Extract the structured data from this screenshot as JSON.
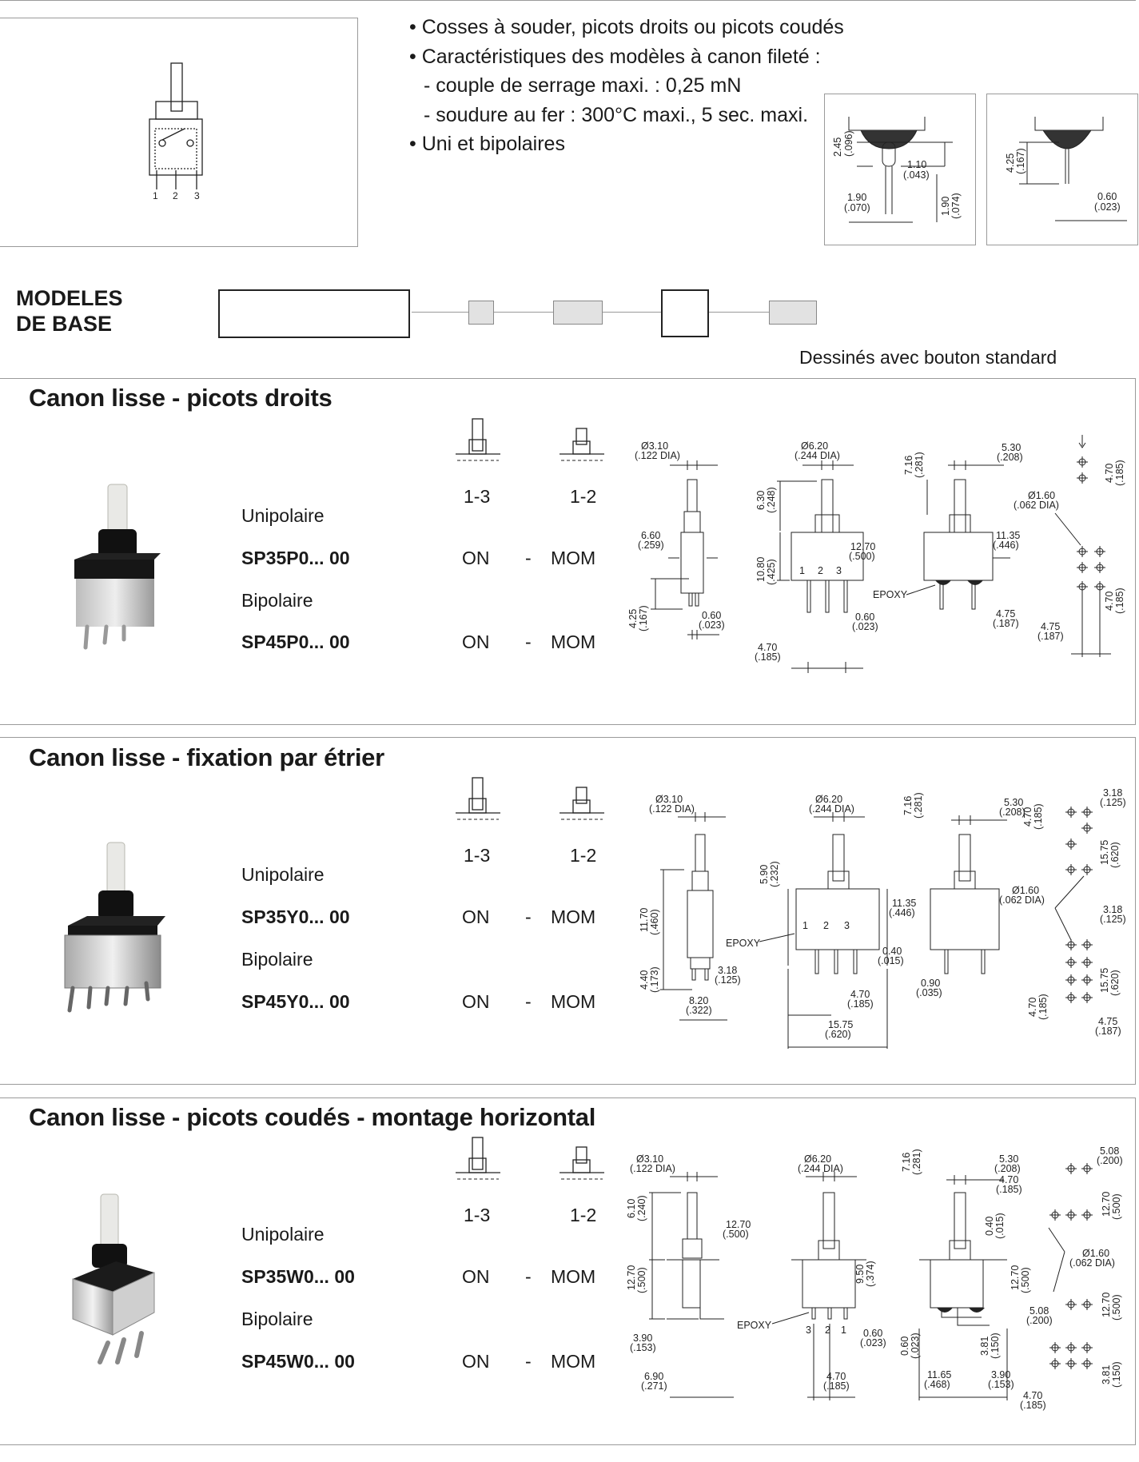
{
  "schematic": {
    "pins": [
      "1",
      "2",
      "3"
    ]
  },
  "features": {
    "bullets": [
      "• Cosses à souder, picots droits ou picots coudés",
      "• Caractéristiques des modèles à canon fileté :",
      "- couple de serrage maxi. : 0,25 mN",
      "- soudure au fer : 300°C maxi., 5 sec. maxi.",
      "• Uni et bipolaires"
    ]
  },
  "pcb_details": {
    "left": {
      "d1": "2.45",
      "d1b": "(.096)",
      "d2": "1.10",
      "d2b": "(.043)",
      "d3": "1.90",
      "d3b": "(.070)",
      "d4": "1.90",
      "d4b": "(.074)"
    },
    "right": {
      "d1": "4.25",
      "d1b": "(.167)",
      "d2": "0.60",
      "d2b": "(.023)"
    }
  },
  "base_models": {
    "title_line1": "MODELES",
    "title_line2": "DE BASE",
    "note": "Dessinés avec bouton standard"
  },
  "sections": [
    {
      "title": "Canon lisse - picots droits",
      "pos_left": "1-3",
      "pos_right": "1-2",
      "uni_label": "Unipolaire",
      "uni_model": "SP35P0... 00",
      "bi_label": "Bipolaire",
      "bi_model": "SP45P0... 00",
      "on": "ON",
      "dash": "-",
      "mom": "MOM"
    },
    {
      "title": "Canon lisse - fixation par étrier",
      "pos_left": "1-3",
      "pos_right": "1-2",
      "uni_label": "Unipolaire",
      "uni_model": "SP35Y0... 00",
      "bi_label": "Bipolaire",
      "bi_model": "SP45Y0... 00",
      "on": "ON",
      "dash": "-",
      "mom": "MOM"
    },
    {
      "title": "Canon lisse - picots coudés - montage horizontal",
      "pos_left": "1-3",
      "pos_right": "1-2",
      "uni_label": "Unipolaire",
      "uni_model": "SP35W0... 00",
      "bi_label": "Bipolaire",
      "bi_model": "SP45W0... 00",
      "on": "ON",
      "dash": "-",
      "mom": "MOM"
    }
  ],
  "drawings": {
    "s1": {
      "a1": "Ø3.10",
      "a2": "(.122 DIA)",
      "b1": "6.60",
      "b2": "(.259)",
      "c1": "4.25",
      "c2": "(.167)",
      "d1": "0.60",
      "d2": "(.023)",
      "e1": "Ø6.20",
      "e2": "(.244 DIA)",
      "f1": "6.30",
      "f2": "(.248)",
      "g1": "10.80",
      "g2": "(.425)",
      "h1": "12.70",
      "h2": "(.500)",
      "i1": "0.60",
      "i2": "(.023)",
      "j1": "4.70",
      "j2": "(.185)",
      "k1": "7.16",
      "k2": "(.281)",
      "l1": "5.30",
      "l2": "(.208)",
      "m1": "11.35",
      "m2": "(.446)",
      "n1": "4.75",
      "n2": "(.187)",
      "epoxy": "EPOXY",
      "o1": "Ø1.60",
      "o2": "(.062 DIA)",
      "p1": "4.70",
      "p2": "(.185)",
      "q1": "4.75",
      "q2": "(.187)",
      "r1": "4.70",
      "r2": "(.185)",
      "pin1": "1",
      "pin2": "2",
      "pin3": "3"
    },
    "s2": {
      "a1": "Ø3.10",
      "a2": "(.122 DIA)",
      "b1": "11.70",
      "b2": "(.460)",
      "c1": "4.40",
      "c2": "(.173)",
      "d1": "3.18",
      "d2": "(.125)",
      "e1": "8.20",
      "e2": "(.322)",
      "f1": "Ø6.20",
      "f2": "(.244 DIA)",
      "g1": "5.90",
      "g2": "(.232)",
      "epoxy": "EPOXY",
      "h1": "0.40",
      "h2": "(.015)",
      "i1": "4.70",
      "i2": "(.185)",
      "j1": "15.75",
      "j2": "(.620)",
      "k1": "7.16",
      "k2": "(.281)",
      "l1": "5.30",
      "l2": "(.208)",
      "m1": "11.35",
      "m2": "(.446)",
      "n1": "0.90",
      "n2": "(.035)",
      "o1": "3.18",
      "o2": "(.125)",
      "p1": "4.70",
      "p2": "(.185)",
      "q1": "15.75",
      "q2": "(.620)",
      "r1": "Ø1.60",
      "r2": "(.062 DIA)",
      "s1": "3.18",
      "s2": "(.125)",
      "t1": "15.75",
      "t2": "(.620)",
      "u1": "4.70",
      "u2": "(.185)",
      "v1": "4.75",
      "v2": "(.187)",
      "pin1": "1",
      "pin2": "2",
      "pin3": "3"
    },
    "s3": {
      "a1": "Ø3.10",
      "a2": "(.122 DIA)",
      "b1": "6.10",
      "b2": "(.240)",
      "c1": "12.70",
      "c2": "(.500)",
      "d1": "12.70",
      "d2": "(.500)",
      "e1": "3.90",
      "e2": "(.153)",
      "f1": "6.90",
      "f2": "(.271)",
      "g1": "Ø6.20",
      "g2": "(.244 DIA)",
      "epoxy": "EPOXY",
      "h1": "9.50",
      "h2": "(.374)",
      "i1": "0.60",
      "i2": "(.023)",
      "j1": "4.70",
      "j2": "(.185)",
      "k1": "7.16",
      "k2": "(.281)",
      "l1": "5.30",
      "l2": "(.208)",
      "m1": "0.40",
      "m2": "(.015)",
      "n1": "12.70",
      "n2": "(.500)",
      "o1": "0.60",
      "o2": "(.023)",
      "p1": "3.81",
      "p2": "(.150)",
      "q1": "11.65",
      "q2": "(.468)",
      "r1": "3.90",
      "r2": "(.153)",
      "s1": "5.08",
      "s2": "(.200)",
      "t1": "4.70",
      "t2": "(.185)",
      "u1": "12.70",
      "u2": "(.500)",
      "v1": "Ø1.60",
      "v2": "(.062 DIA)",
      "w1": "5.08",
      "w2": "(.200)",
      "x1": "12.70",
      "x2": "(.500)",
      "y1": "3.81",
      "y2": "(.150)",
      "z1": "4.70",
      "z2": "(.185)",
      "pin1": "3",
      "pin2": "2",
      "pin3": "1"
    }
  }
}
